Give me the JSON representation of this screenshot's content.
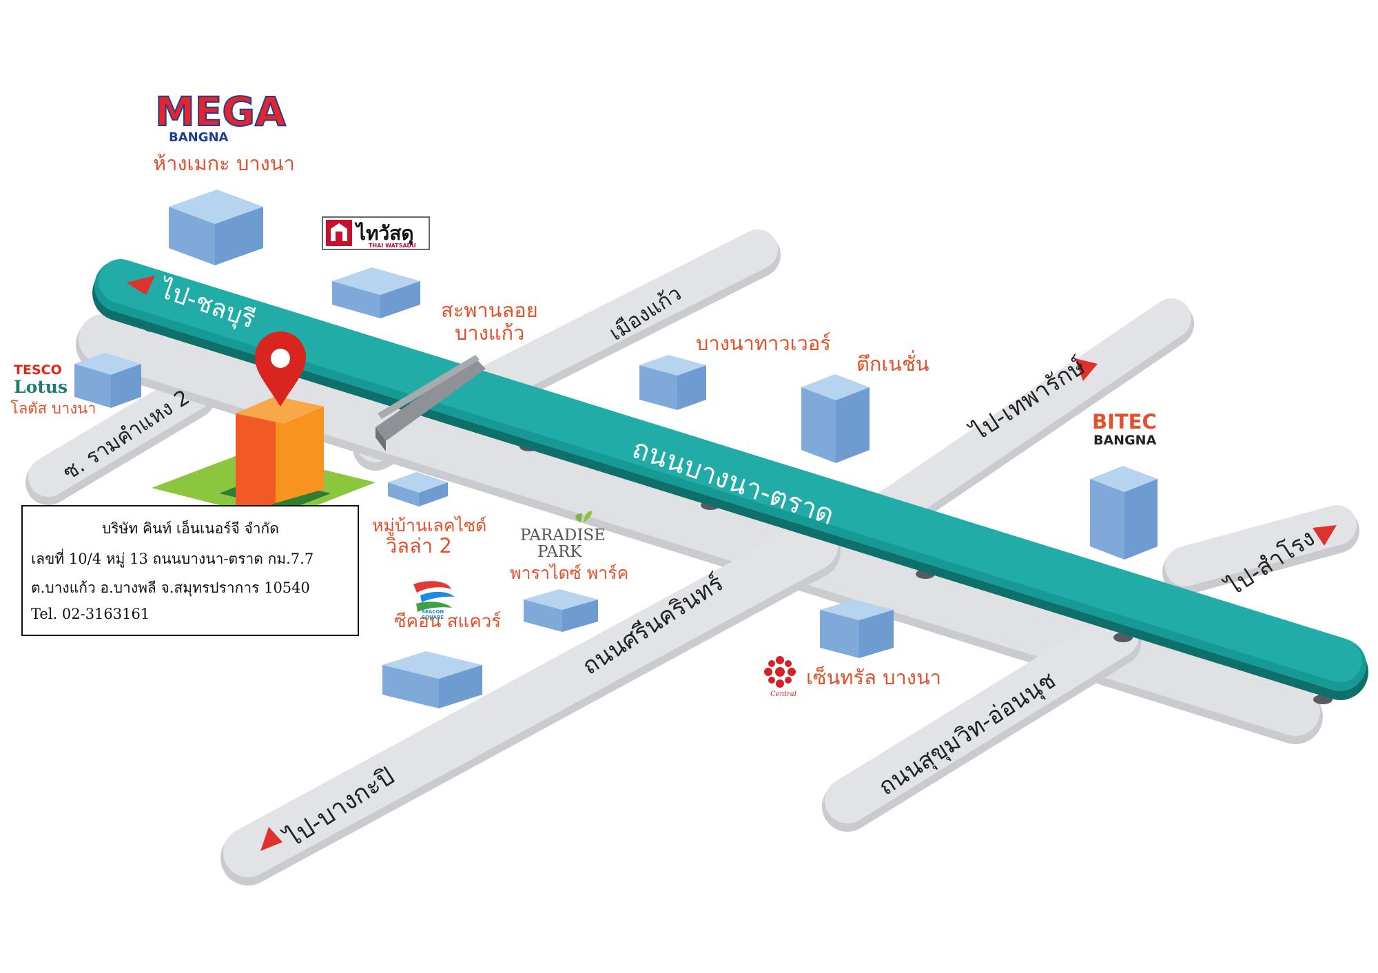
{
  "colors": {
    "road_grey": "#dcdde0",
    "road_shadow": "#c4c6ca",
    "highway_teal": "#1fa9a5",
    "highway_teal_edge": "#168883",
    "orange_text": "#e4502a",
    "building_blue": "#8bb5e0",
    "pin_red": "#e0322c",
    "lawn_green": "#8cc63f"
  },
  "roads": {
    "highway": "ถนนบางนา-ตราด",
    "to_chonburi": "ไป-ชลบุรี",
    "to_theparak": "ไป-เทพารักษ์",
    "to_samrong": "ไป-สำโรง",
    "to_bangkapi": "ไป-บางกะปิ",
    "srinakarin": "ถนนศรีนครินทร์",
    "sukhumvit_onnut": "ถนนสุขุมวิท-อ่อนนุช",
    "ramkhamhaeng2": "ซ. รามคำแหง 2",
    "mueang_kaeo": "เมืองแก้ว"
  },
  "landmarks": {
    "mega_logo": "MEGA",
    "mega_logo_sub": "BANGNA",
    "mega": "ห้างเมกะ บางนา",
    "thaiwatsadu_logo": "ไทวัสดุ",
    "thaiwatsadu_sub": "THAI WATSADU",
    "bridge_line1": "สะพานลอย",
    "bridge_line2": "บางแก้ว",
    "tesco_logo": "TESCO",
    "lotus_logo": "Lotus",
    "lotus": "โลตัส บางนา",
    "bangna_tower": "บางนาทาวเวอร์",
    "nation": "ตึกเนชั่น",
    "bitec_logo": "BITEC",
    "bitec_sub": "BANGNA",
    "lakeside_line1": "หมู่บ้านเลคไซด์",
    "lakeside_line2": "วิลล่า 2",
    "paradise_logo1": "PARADISE",
    "paradise_logo2": "PARK",
    "paradise": "พาราไดซ์ พาร์ค",
    "seacon_logo1": "SEACON",
    "seacon_logo2": "SQUARE",
    "seacon": "ซีคอน สแควร์",
    "central_logo": "Central",
    "central": "เซ็นทรัล บางนา"
  },
  "address": {
    "company": "บริษัท คินท์ เอ็นเนอร์จี จำกัด",
    "line1": "เลขที่ 10/4 หมู่ 13 ถนนบางนา-ตราด กม.7.7",
    "line2": "ต.บางแก้ว อ.บางพลี จ.สมุทรปราการ 10540",
    "phone": "Tel. 02-3163161"
  },
  "icons": [
    "location-pin-icon",
    "direction-arrow-icon",
    "central-flower-icon",
    "leaf-icon"
  ]
}
